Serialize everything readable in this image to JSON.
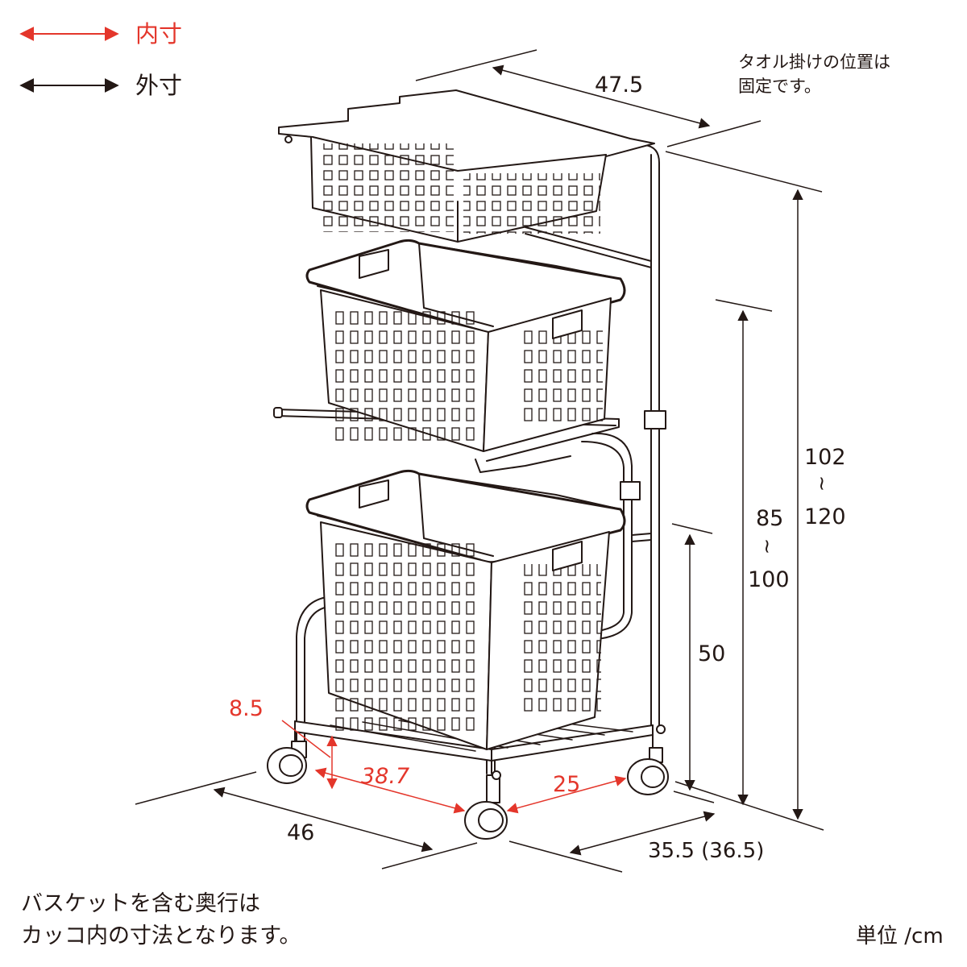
{
  "legend": {
    "inner_label": "内寸",
    "outer_label": "外寸",
    "inner_color": "#e4362b",
    "outer_color": "#231815"
  },
  "towel_note": [
    "タオル掛けの位置は",
    "固定です。"
  ],
  "dimensions": {
    "width_top": "47.5",
    "height_total_min": "102",
    "height_total_max": "120",
    "height_mid_min": "85",
    "height_mid_max": "100",
    "height_lower": "50",
    "width_bottom": "46",
    "depth": "35.5 (36.5)",
    "inner_width": "38.7",
    "inner_depth": "25",
    "inner_clearance": "8.5",
    "range_symbol": "~"
  },
  "footnote": [
    "バスケットを含む奥行は",
    "カッコ内の寸法となります。"
  ],
  "unit_label": "単位 /cm"
}
